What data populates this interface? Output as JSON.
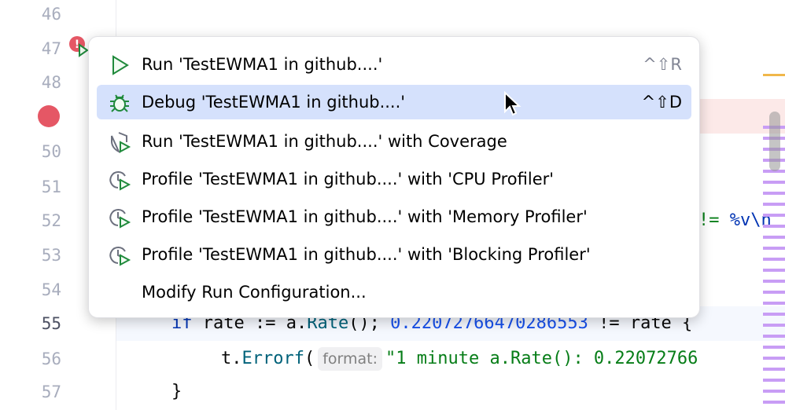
{
  "gutter": {
    "line_numbers": [
      "46",
      "47",
      "48",
      "50",
      "51",
      "52",
      "53",
      "54",
      "55",
      "56",
      "57"
    ],
    "current_line": "55"
  },
  "code": {
    "line52_tail": {
      "op": "!= ",
      "fmt": "%v",
      "esc": "\\n"
    },
    "line55": {
      "kw": "if",
      "a": " rate := a.",
      "fn": "Rate",
      "b": "(); ",
      "num": "0.22072766470286553",
      "c": " != rate {"
    },
    "line56": {
      "a": "t.",
      "fn": "Errorf",
      "b": "(",
      "hint": "format:",
      "str": "\"1 minute a.Rate(): 0.22072766"
    },
    "line57": "}"
  },
  "menu": {
    "items": [
      {
        "label": "Run 'TestEWMA1 in github....'",
        "shortcut": "^⇧R",
        "icon": "run-icon"
      },
      {
        "label": "Debug 'TestEWMA1 in github....'",
        "shortcut": "^⇧D",
        "icon": "debug-icon",
        "selected": true
      },
      {
        "label": "Run 'TestEWMA1 in github....' with Coverage",
        "icon": "coverage-icon"
      },
      {
        "label": "Profile 'TestEWMA1 in github....' with 'CPU Profiler'",
        "icon": "profiler-icon"
      },
      {
        "label": "Profile 'TestEWMA1 in github....' with 'Memory Profiler'",
        "icon": "profiler-icon"
      },
      {
        "label": "Profile 'TestEWMA1 in github....' with 'Blocking Profiler'",
        "icon": "profiler-icon"
      },
      {
        "label": "Modify Run Configuration..."
      }
    ]
  },
  "colors": {
    "accent_selection": "#d5e1fc",
    "breakpoint": "#e55765",
    "run_green": "#208a3c"
  }
}
